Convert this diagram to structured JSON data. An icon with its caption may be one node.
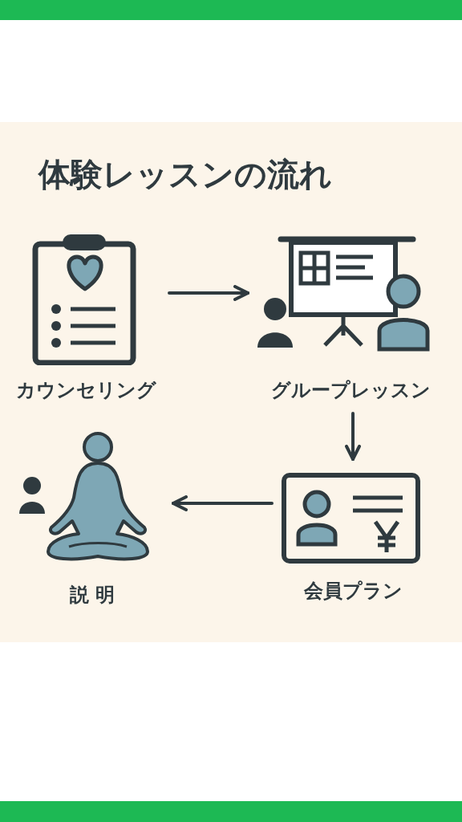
{
  "diagram": {
    "title": "体験レッスンの流れ",
    "nodes": [
      {
        "text": [
          "カウンセリング"
        ]
      },
      {
        "text": [
          "グループレッスン"
        ]
      },
      {
        "text": [
          "会員プラン"
        ]
      },
      {
        "text": [
          "説 明"
        ]
      }
    ],
    "edges": [
      {
        "from": 0,
        "to": 1,
        "arrow": "to"
      },
      {
        "from": 1,
        "to": 2,
        "arrow": "to"
      },
      {
        "from": 2,
        "to": 3,
        "arrow": "to"
      }
    ]
  }
}
